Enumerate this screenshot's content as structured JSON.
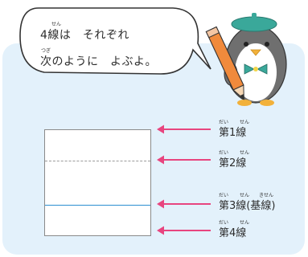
{
  "bubble": {
    "line1": "4線は　それぞれ",
    "line2": "次のように　よぶよ。",
    "ruby_sen": "せん",
    "ruby_tsugi": "つぎ"
  },
  "lines": [
    {
      "label": "第1線",
      "ruby_dai": "だい",
      "ruby_sen": "せん"
    },
    {
      "label": "第2線",
      "ruby_dai": "だい",
      "ruby_sen": "せん"
    },
    {
      "label": "第3線(基線)",
      "ruby_dai": "だい",
      "ruby_sen": "せん",
      "ruby_kisen": "きせん"
    },
    {
      "label": "第4線",
      "ruby_dai": "だい",
      "ruby_sen": "せん"
    }
  ],
  "colors": {
    "panel": "#e3f1fb",
    "arrow": "#e8457f",
    "baseline": "#2c8fd0",
    "beret": "#3aa89a",
    "bowtie": "#3aa89a",
    "pencil": "#f08a3c"
  },
  "icons": {
    "mascot": "penguin-mascot-icon",
    "pencil": "pencil-icon",
    "arrow": "left-arrow-icon"
  }
}
